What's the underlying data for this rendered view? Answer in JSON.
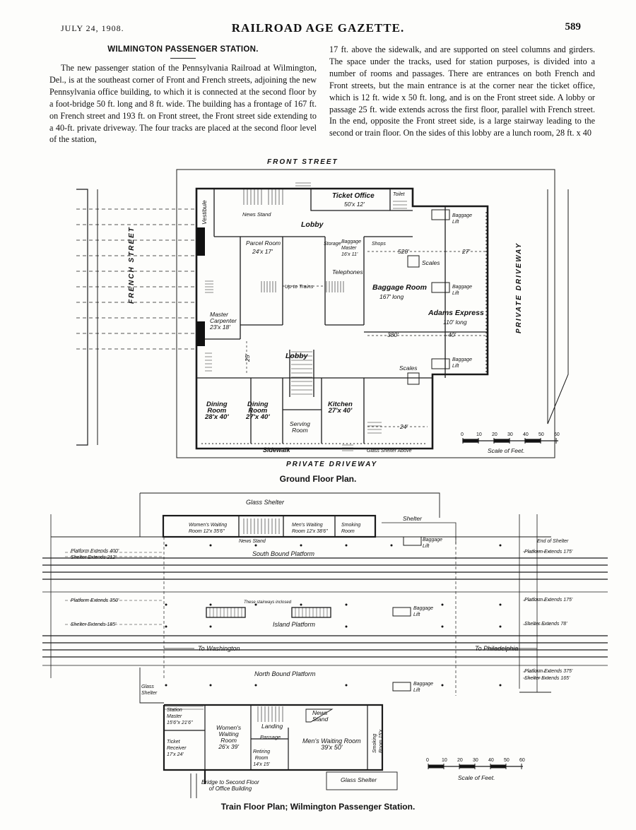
{
  "header": {
    "date": "JULY 24, 1908.",
    "journal": "RAILROAD AGE GAZETTE.",
    "page_number": "589"
  },
  "article": {
    "title": "WILMINGTON PASSENGER STATION.",
    "col1": "The new passenger station of the Pennsylvania Railroad at Wilmington, Del., is at the southeast corner of Front and French streets, adjoining the new Pennsylvania office building, to which it is connected at the second floor by a foot-bridge 50 ft. long and 8 ft. wide. The building has a frontage of 167 ft. on French street and 193 ft. on Front street, the Front street side extending to a 40-ft. private driveway. The four tracks are placed at the second floor level of the station,",
    "col2": "17 ft. above the sidewalk, and are supported on steel columns and girders. The space under the tracks, used for station purposes, is divided into a number of rooms and passages. There are entrances on both French and Front streets, but the main entrance is at the corner near the ticket office, which is 12 ft. wide x 50 ft. long, and is on the Front street side. A lobby or passage 25 ft. wide extends across the first floor, parallel with French street. In the end, opposite the Front street side, is a large stairway leading to the second or train floor. On the sides of this lobby are a lunch room, 28 ft. x 40"
  },
  "ground_plan": {
    "caption": "Ground Floor Plan.",
    "front_street": "FRONT      STREET",
    "french_street": "FRENCH        STREET",
    "private_driveway_right": "PRIVATE DRIVEWAY",
    "private_driveway_bottom": "PRIVATE DRIVEWAY",
    "vestibule": "Vestibule",
    "news_stand": "News Stand",
    "ticket_office": "Ticket Office",
    "ticket_office_dim": "50'x 12'",
    "toilet": "Toilet",
    "lobby_top": "Lobby",
    "lobby_bottom": "Lobby",
    "baggage_lift_1": "Baggage\nLift",
    "baggage_lift_2": "Baggage\nLift",
    "baggage_lift_3": "Baggage\nLift",
    "parcel_room": "Parcel Room",
    "parcel_room_dim": "24'x 17'",
    "baggage_master": "Baggage\nMaster\n16'x 11'",
    "storage": "Storage",
    "shops": "Shops",
    "dim_520": "520'",
    "dim_27": "27'",
    "scales_1": "Scales",
    "scales_2": "Scales",
    "telephones": "Telephones",
    "up_to_trains": "Up to Trains",
    "baggage_room": "Baggage Room",
    "baggage_room_dim": "167' long",
    "adams_express": "Adams Express",
    "adams_express_dim": "110' long",
    "master_carpenter": "Master\nCarpenter\n23'x 18'",
    "dim_380": "380'",
    "dim_40": "40'",
    "dim_25": "25'",
    "dining_room_1": "Dining\nRoom\n28'x 40'",
    "dining_room_2": "Dining\nRoom\n27'x 40'",
    "serving_room": "Serving\nRoom",
    "kitchen": "Kitchen\n27'x 40'",
    "dim_24": "24'",
    "sidewalk": "Sidewalk",
    "glass_shelter_above": "Glass Shelter Above",
    "scale_title": "Scale of Feet.",
    "scale_ticks": [
      "0",
      "10",
      "20",
      "30",
      "40",
      "50",
      "60"
    ]
  },
  "train_plan": {
    "caption": "Train Floor Plan; Wilmington Passenger Station.",
    "glass_shelter_top": "Glass Shelter",
    "shelter": "Shelter",
    "womens_waiting_top": "Women's Waiting\nRoom 12'x 35'6\"",
    "mens_waiting_top": "Men's Waiting\nRoom 12'x 38'6\"",
    "smoking_top": "Smoking\nRoom",
    "news_stand_top": "News Stand",
    "baggage_lift_a": "Baggage\nLift",
    "baggage_lift_b": "Baggage\nLift",
    "baggage_lift_c": "Baggage\nLift",
    "end_of_shelter": "End of Shelter",
    "platform_400": "Platform Extends 400'",
    "shelter_212": "Shelter Extends 212'",
    "south_bound": "South Bound Platform",
    "platform_175_a": "Platform Extends 175'",
    "platform_350": "Platform Extends 350'",
    "stairways": "These stairways inclosed",
    "platform_175_b": "Platform Extends 175'",
    "shelter_185": "Shelter Extends 185'",
    "island_platform": "Island Platform",
    "shelter_78": "Shelter Extends 78'",
    "to_washington": "To Washington",
    "to_philadelphia": "To Philadelphia",
    "north_bound": "North Bound Platform",
    "platform_375": "Platform Extends 375'",
    "shelter_165": "Shelter Extends 165'",
    "glass_shelter_left": "Glass\nShelter",
    "station_master": "Station\nMaster\n15'6\"x 21'6\"",
    "ticket_receiver": "Ticket\nReceiver\n17'x 24'",
    "womens_waiting": "Women's\nWaiting\nRoom\n26'x 39'",
    "landing": "Landing",
    "passage": "Passage",
    "retiring_room": "Retiring\nRoom\n14'x 15'",
    "news_stand_bottom": "News\nStand",
    "mens_waiting": "Men's Waiting Room\n39'x 50'",
    "smoking_bottom": "Smoking\nRoom 15'x",
    "glass_shelter_bottom": "Glass Shelter",
    "bridge": "Bridge to Second Floor\nof Office Building",
    "scale_title": "Scale of Feet.",
    "scale_ticks": [
      "0",
      "10",
      "20",
      "30",
      "40",
      "50",
      "60"
    ]
  }
}
